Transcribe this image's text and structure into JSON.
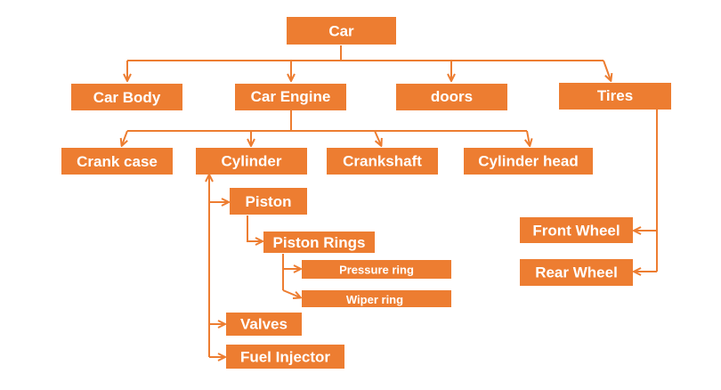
{
  "theme": {
    "box_color": "#ED7D31",
    "line_color": "#ED7D31",
    "text_color": "#ffffff",
    "background": "#ffffff"
  },
  "nodes": {
    "car": "Car",
    "car_body": "Car Body",
    "car_engine": "Car Engine",
    "doors": "doors",
    "tires": "Tires",
    "crank_case": "Crank case",
    "cylinder": "Cylinder",
    "crankshaft": "Crankshaft",
    "cylinder_head": "Cylinder head",
    "piston": "Piston",
    "piston_rings": "Piston Rings",
    "pressure_ring": "Pressure ring",
    "wiper_ring": "Wiper ring",
    "valves": "Valves",
    "fuel_injector": "Fuel Injector",
    "front_wheel": "Front Wheel",
    "rear_wheel": "Rear Wheel"
  },
  "edges": [
    [
      "car",
      "car_body"
    ],
    [
      "car",
      "car_engine"
    ],
    [
      "car",
      "doors"
    ],
    [
      "car",
      "tires"
    ],
    [
      "car_engine",
      "crank_case"
    ],
    [
      "car_engine",
      "cylinder"
    ],
    [
      "car_engine",
      "crankshaft"
    ],
    [
      "car_engine",
      "cylinder_head"
    ],
    [
      "cylinder",
      "piston"
    ],
    [
      "cylinder",
      "valves"
    ],
    [
      "cylinder",
      "fuel_injector"
    ],
    [
      "piston",
      "piston_rings"
    ],
    [
      "piston_rings",
      "pressure_ring"
    ],
    [
      "piston_rings",
      "wiper_ring"
    ],
    [
      "tires",
      "front_wheel"
    ],
    [
      "tires",
      "rear_wheel"
    ]
  ]
}
